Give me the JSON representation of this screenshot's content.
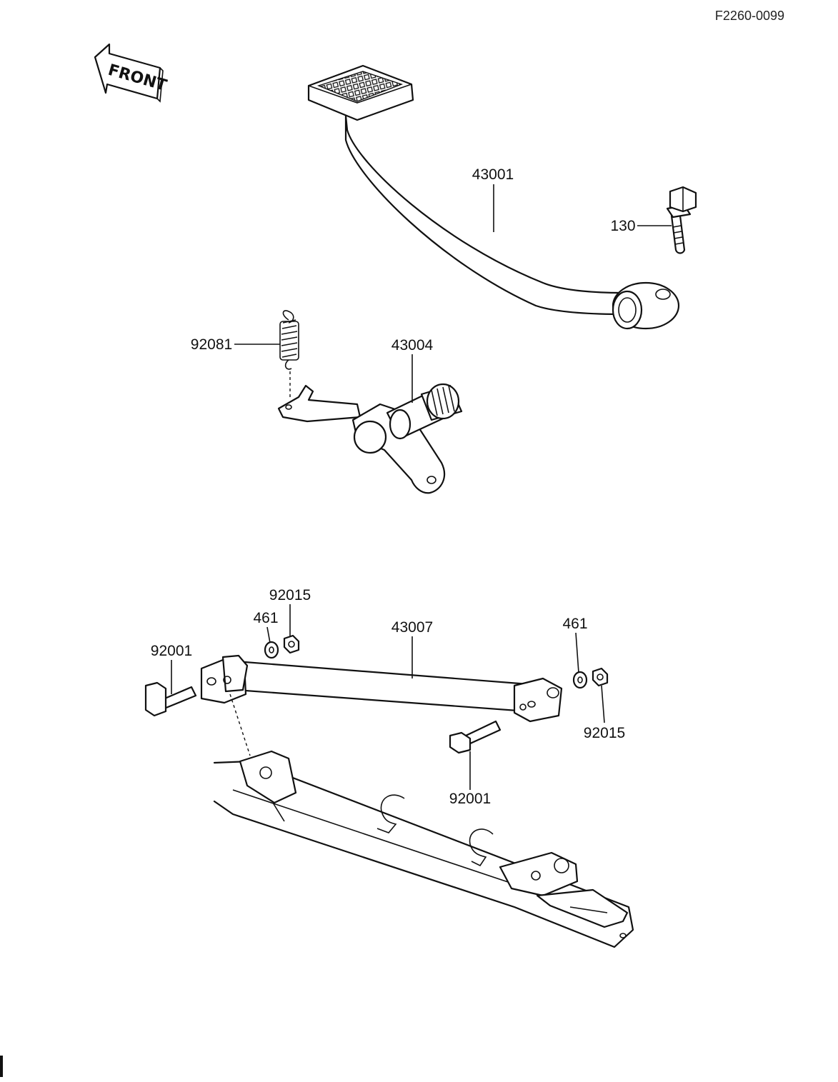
{
  "diagram_code": "F2260-0099",
  "front_label": "FRONT",
  "callouts": [
    {
      "id": "c-43001",
      "text": "43001"
    },
    {
      "id": "c-130",
      "text": "130"
    },
    {
      "id": "c-92081",
      "text": "92081"
    },
    {
      "id": "c-43004",
      "text": "43004"
    },
    {
      "id": "c-92015-top",
      "text": "92015"
    },
    {
      "id": "c-461-left",
      "text": "461"
    },
    {
      "id": "c-43007",
      "text": "43007"
    },
    {
      "id": "c-461-right",
      "text": "461"
    },
    {
      "id": "c-92001-left",
      "text": "92001"
    },
    {
      "id": "c-92015-right",
      "text": "92015"
    },
    {
      "id": "c-92001-bottom",
      "text": "92001"
    }
  ]
}
